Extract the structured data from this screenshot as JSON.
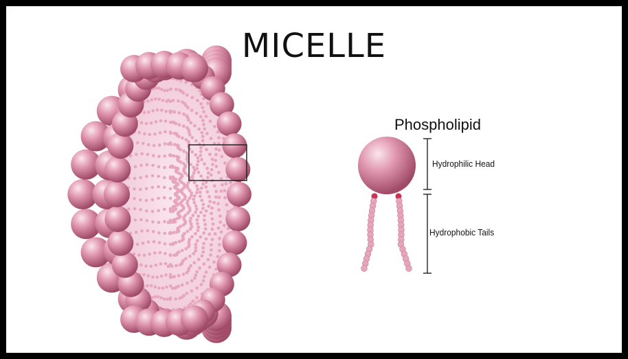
{
  "title": "MICELLE",
  "subtitle": "Phospholipid",
  "labels": {
    "head": "Hydrophilic Head",
    "tails": "Hydrophobic Tails"
  },
  "colors": {
    "sphere": "#d9879f",
    "sphere_dark": "#a8506c",
    "tail_bead": "#e6a6bc",
    "tail_red": "#c8334f",
    "frame": "#000000",
    "background": "#ffffff"
  }
}
